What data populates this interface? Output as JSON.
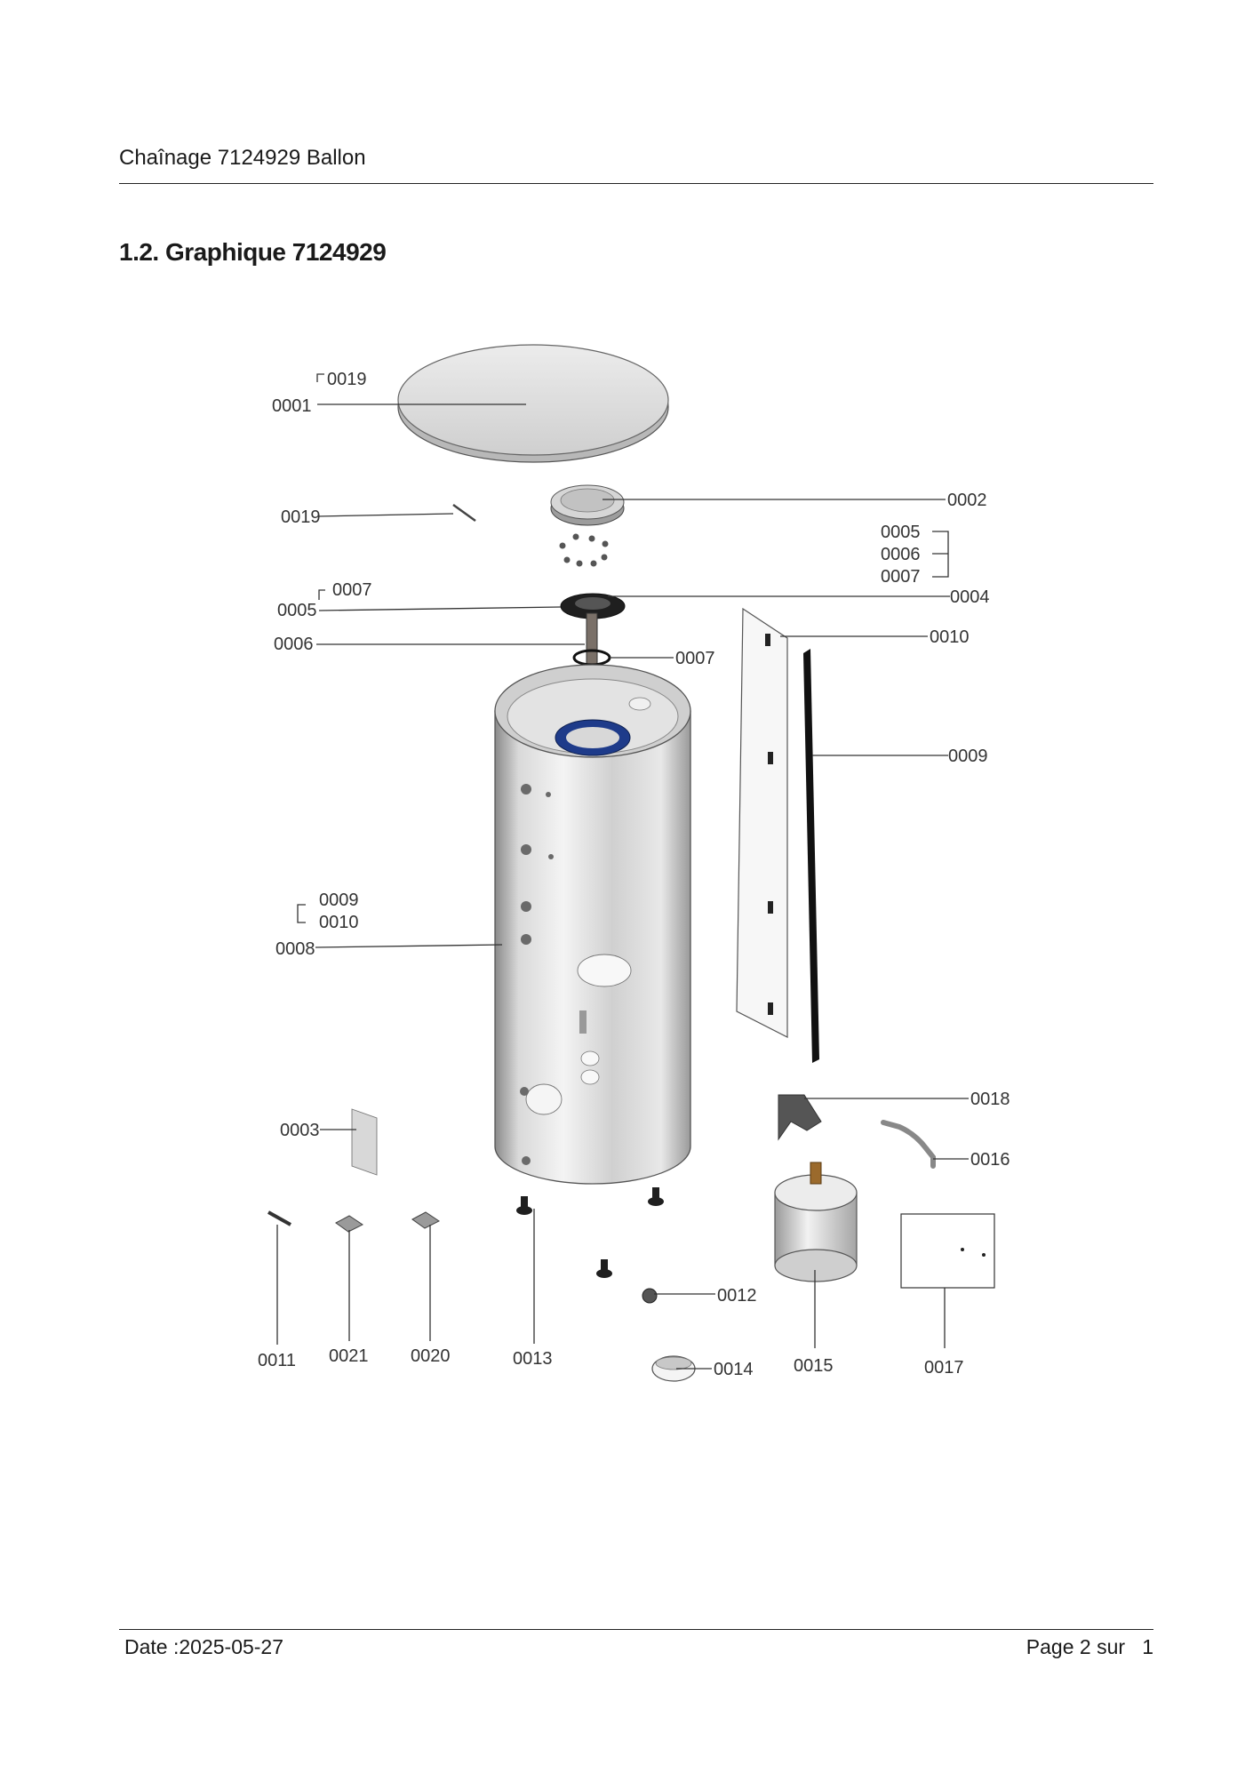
{
  "header": {
    "title": "Chaînage 7124929 Ballon"
  },
  "section": {
    "title": "1.2. Graphique 7124929"
  },
  "diagram": {
    "callouts": {
      "c0019_top": "0019",
      "c0001": "0001",
      "c0019_side": "0019",
      "c0002": "0002",
      "c0005_right": "0005",
      "c0006_right": "0006",
      "c0007_right": "0007",
      "c0004": "0004",
      "c0007_left": "0007",
      "c0005_left": "0005",
      "c0006_left": "0006",
      "c0007_mid": "0007",
      "c0010": "0010",
      "c0009": "0009",
      "c0009_group": "0009",
      "c0010_group": "0010",
      "c0008": "0008",
      "c0018": "0018",
      "c0003": "0003",
      "c0016": "0016",
      "c0012": "0012",
      "c0011": "0011",
      "c0021": "0021",
      "c0020": "0020",
      "c0013": "0013",
      "c0014": "0014",
      "c0015": "0015",
      "c0017": "0017"
    }
  },
  "footer": {
    "date": "Date :2025-05-27",
    "page_label": "Page 2 sur",
    "page_total": "1"
  }
}
